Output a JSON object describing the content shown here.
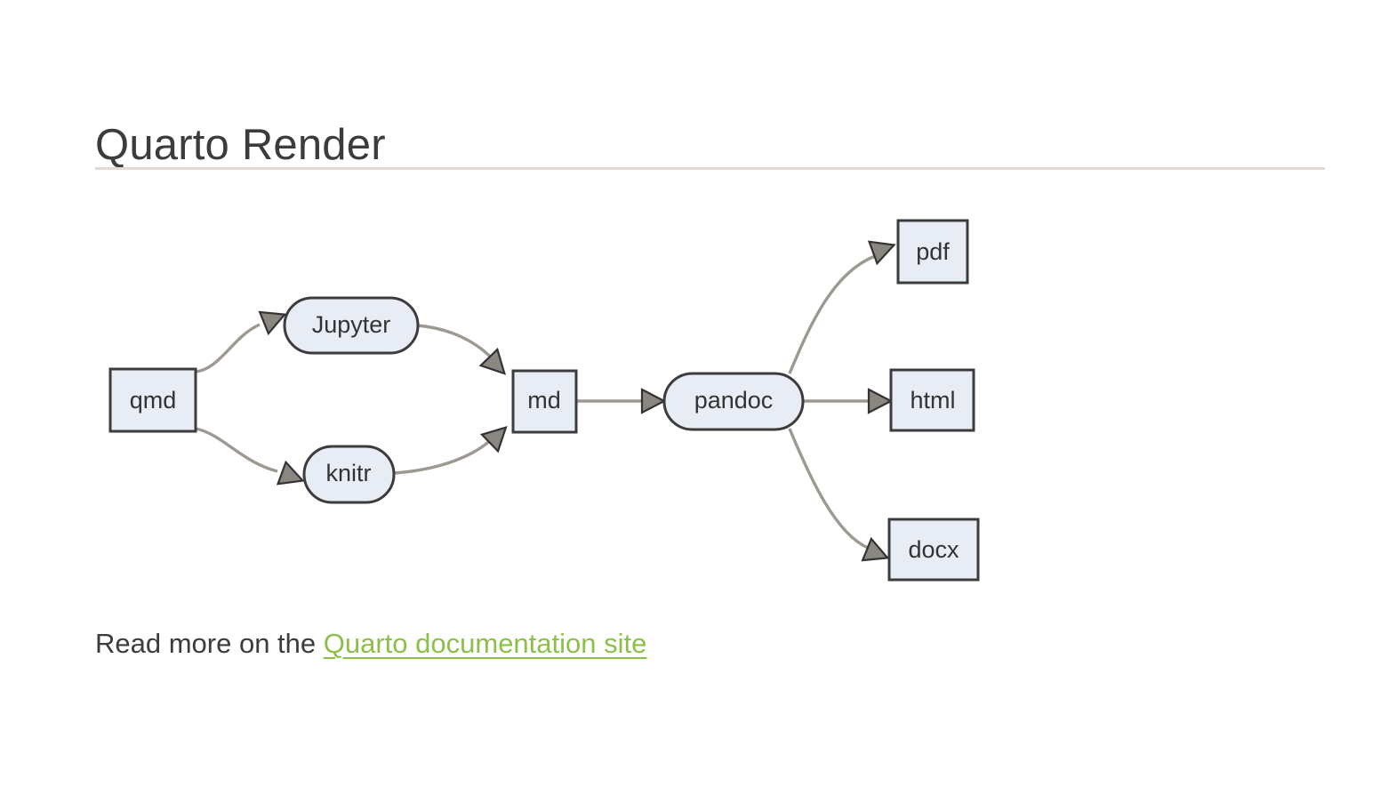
{
  "page": {
    "title": "Quarto Render",
    "background_color": "#ffffff",
    "title_color": "#3b3d3a",
    "rule_color": "#e2dad1"
  },
  "diagram": {
    "type": "flowchart",
    "direction": "left-to-right",
    "node_fill": "#e8ecf4",
    "node_stroke": "#3c3c3c",
    "edge_stroke": "#9d9890",
    "arrow_fill": "#8a8680",
    "nodes": [
      {
        "id": "qmd",
        "label": "qmd",
        "shape": "rect"
      },
      {
        "id": "jupyter",
        "label": "Jupyter",
        "shape": "stadium"
      },
      {
        "id": "knitr",
        "label": "knitr",
        "shape": "stadium"
      },
      {
        "id": "md",
        "label": "md",
        "shape": "rect"
      },
      {
        "id": "pandoc",
        "label": "pandoc",
        "shape": "stadium"
      },
      {
        "id": "pdf",
        "label": "pdf",
        "shape": "rect"
      },
      {
        "id": "html",
        "label": "html",
        "shape": "rect"
      },
      {
        "id": "docx",
        "label": "docx",
        "shape": "rect"
      }
    ],
    "edges": [
      {
        "from": "qmd",
        "to": "jupyter"
      },
      {
        "from": "qmd",
        "to": "knitr"
      },
      {
        "from": "jupyter",
        "to": "md"
      },
      {
        "from": "knitr",
        "to": "md"
      },
      {
        "from": "md",
        "to": "pandoc"
      },
      {
        "from": "pandoc",
        "to": "pdf"
      },
      {
        "from": "pandoc",
        "to": "html"
      },
      {
        "from": "pandoc",
        "to": "docx"
      }
    ]
  },
  "footer": {
    "lead_text": "Read more on the ",
    "link_text": "Quarto documentation site",
    "link_color": "#8cc04a"
  }
}
